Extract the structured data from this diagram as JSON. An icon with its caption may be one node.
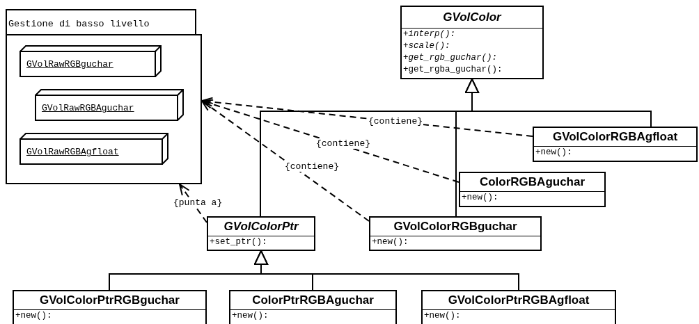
{
  "diagram": {
    "nodes": [
      {
        "text": [
          "Gestione di basso livello"
        ]
      },
      {
        "text": [
          "GVolRawRGBguchar"
        ],
        "in": 0
      },
      {
        "text": [
          "GVolRawRGBAguchar"
        ],
        "in": 0
      },
      {
        "text": [
          "GVolRawRGBAgfloat"
        ],
        "in": 0
      },
      {
        "text": [
          "GVolColor",
          "+interp():",
          "+scale():",
          "+get_rgb_guchar():",
          "+get_rgba_guchar():"
        ]
      },
      {
        "text": [
          "GVolColorRGBAgfloat",
          "+new():"
        ]
      },
      {
        "text": [
          "ColorRGBAguchar",
          "+new():"
        ]
      },
      {
        "text": [
          "GVolColorPtr",
          "+set_ptr():"
        ]
      },
      {
        "text": [
          "GVolColorRGBguchar",
          "+new():"
        ]
      },
      {
        "text": [
          "GVolColorPtrRGBguchar",
          "+new():"
        ]
      },
      {
        "text": [
          "ColorPtrRGBAguchar",
          "+new():"
        ]
      },
      {
        "text": [
          "GVolColorPtrRGBAgfloat",
          "+new():"
        ]
      }
    ],
    "edges": [
      {
        "from": 7,
        "to": 4,
        "arrow": "to"
      },
      {
        "from": 8,
        "to": 4,
        "arrow": "to"
      },
      {
        "from": 5,
        "to": 4,
        "arrow": "to"
      },
      {
        "from": 5,
        "to": 0,
        "arrow": "to",
        "style": "dashed",
        "label": "{contiene}"
      },
      {
        "from": 6,
        "to": 0,
        "arrow": "to",
        "style": "dashed",
        "label": "{contiene}"
      },
      {
        "from": 8,
        "to": 0,
        "arrow": "to",
        "style": "dashed",
        "label": "{contiene}"
      },
      {
        "from": 7,
        "to": 0,
        "arrow": "to",
        "style": "dashed",
        "label": "{punta a}"
      },
      {
        "from": 9,
        "to": 7,
        "arrow": "to"
      },
      {
        "from": 10,
        "to": 7,
        "arrow": "to"
      },
      {
        "from": 11,
        "to": 7,
        "arrow": "to"
      }
    ]
  }
}
